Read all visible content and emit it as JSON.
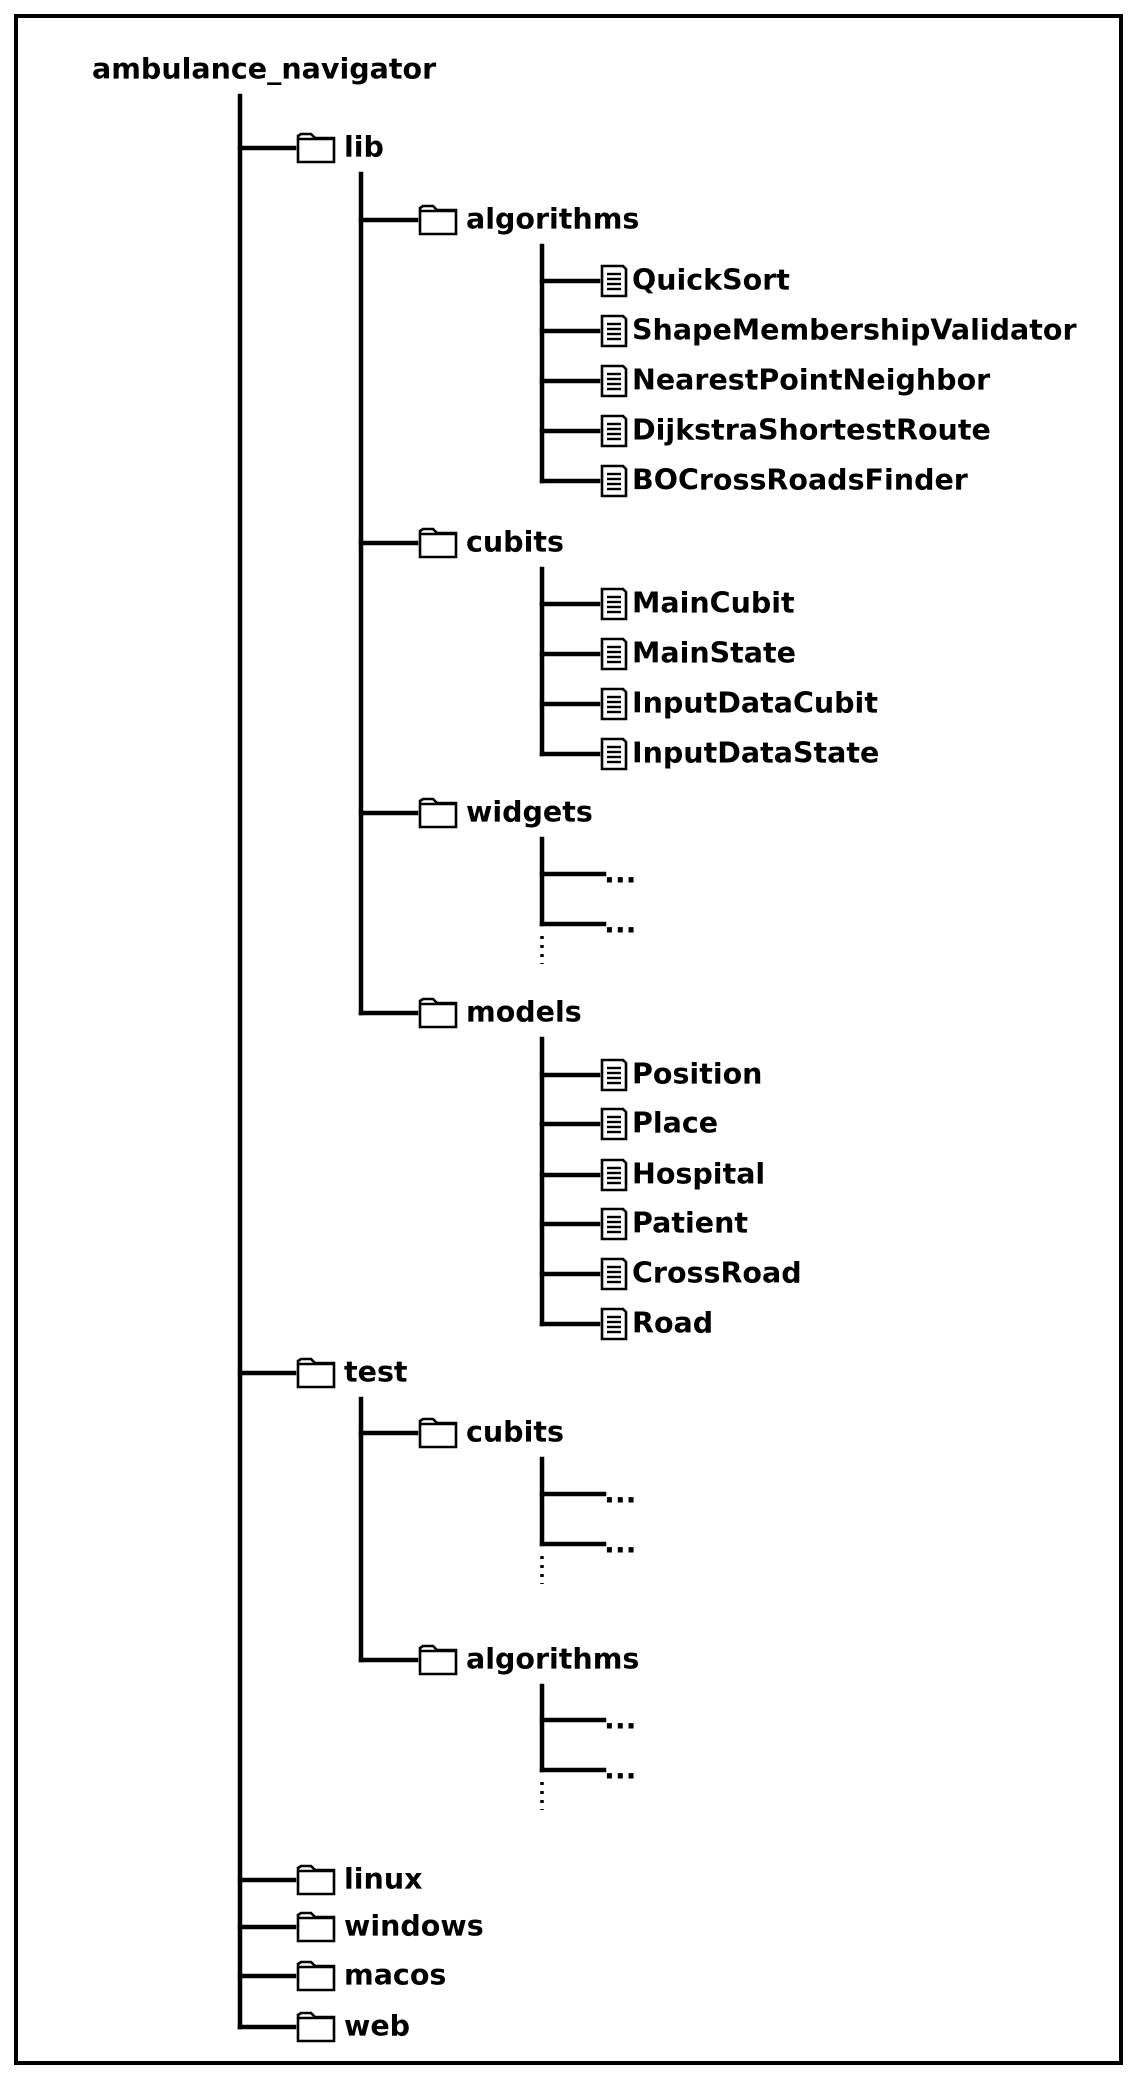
{
  "tree": {
    "name": "ambulance_navigator",
    "type": "root",
    "children": [
      {
        "name": "lib",
        "type": "folder",
        "children": [
          {
            "name": "algorithms",
            "type": "folder",
            "children": [
              {
                "name": "QuickSort",
                "type": "file"
              },
              {
                "name": "ShapeMembershipValidator",
                "type": "file"
              },
              {
                "name": "NearestPointNeighbor",
                "type": "file"
              },
              {
                "name": "DijkstraShortestRoute",
                "type": "file"
              },
              {
                "name": "BOCrossRoadsFinder",
                "type": "file"
              }
            ]
          },
          {
            "name": "cubits",
            "type": "folder",
            "children": [
              {
                "name": "MainCubit",
                "type": "file"
              },
              {
                "name": "MainState",
                "type": "file"
              },
              {
                "name": "InputDataCubit",
                "type": "file"
              },
              {
                "name": "InputDataState",
                "type": "file"
              }
            ]
          },
          {
            "name": "widgets",
            "type": "folder",
            "children": [
              {
                "name": "...",
                "type": "ellipsis"
              },
              {
                "name": "...",
                "type": "ellipsis"
              }
            ],
            "continues": true
          },
          {
            "name": "models",
            "type": "folder",
            "children": [
              {
                "name": "Position",
                "type": "file"
              },
              {
                "name": "Place",
                "type": "file"
              },
              {
                "name": "Hospital",
                "type": "file"
              },
              {
                "name": "Patient",
                "type": "file"
              },
              {
                "name": "CrossRoad",
                "type": "file"
              },
              {
                "name": "Road",
                "type": "file"
              }
            ]
          }
        ]
      },
      {
        "name": "test",
        "type": "folder",
        "children": [
          {
            "name": "cubits",
            "type": "folder",
            "children": [
              {
                "name": "...",
                "type": "ellipsis"
              },
              {
                "name": "...",
                "type": "ellipsis"
              }
            ],
            "continues": true
          },
          {
            "name": "algorithms",
            "type": "folder",
            "children": [
              {
                "name": "...",
                "type": "ellipsis"
              },
              {
                "name": "...",
                "type": "ellipsis"
              }
            ],
            "continues": true
          }
        ]
      },
      {
        "name": "linux",
        "type": "folder",
        "children": []
      },
      {
        "name": "windows",
        "type": "folder",
        "children": []
      },
      {
        "name": "macos",
        "type": "folder",
        "children": []
      },
      {
        "name": "web",
        "type": "folder",
        "children": []
      }
    ]
  },
  "icons": {
    "folder": "folder-icon",
    "file": "file-icon"
  },
  "colors": {
    "line": "#000000",
    "background": "#ffffff"
  }
}
